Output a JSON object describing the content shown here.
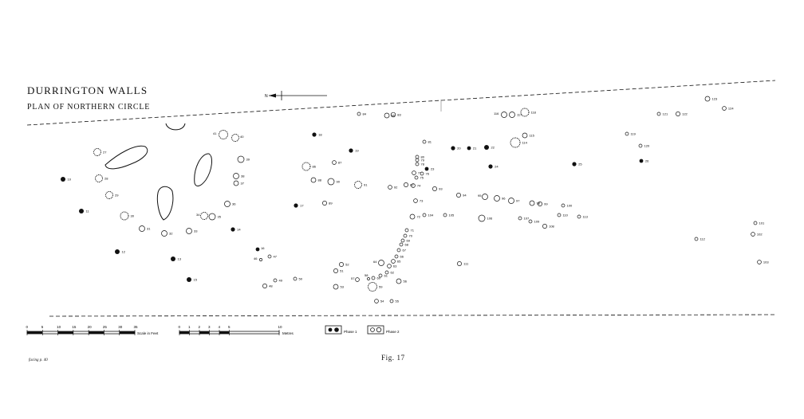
{
  "header": {
    "title": "DURRINGTON WALLS",
    "subtitle": "PLAN OF NORTHERN CIRCLE",
    "north_label": "N"
  },
  "footer": {
    "caption": "Fig. 17",
    "facing_note": "facing p. 40"
  },
  "scales": {
    "feet": {
      "ticks": [
        "0",
        "5",
        "10",
        "15",
        "20",
        "25",
        "30",
        "35"
      ],
      "label": "Scale in Feet"
    },
    "metres": {
      "ticks": [
        "0",
        "1",
        "2",
        "3",
        "4",
        "5",
        "10"
      ],
      "label": "Metres"
    }
  },
  "legend": {
    "phase1": "Phase 1",
    "phase2": "Phase 2"
  },
  "colors": {
    "ink": "#111111",
    "paper": "#ffffff"
  },
  "holes": {
    "phase1": [
      "10",
      "11",
      "12",
      "13",
      "14",
      "15",
      "16",
      "17",
      "18",
      "19",
      "20",
      "21",
      "22",
      "23",
      "24",
      "25",
      "26"
    ],
    "phase2": [
      "27",
      "28",
      "29",
      "30",
      "31",
      "32",
      "33",
      "34",
      "35",
      "36",
      "37",
      "38",
      "39",
      "40",
      "41",
      "42",
      "43",
      "44",
      "45",
      "46",
      "47",
      "48",
      "49",
      "50",
      "51",
      "52",
      "53",
      "54",
      "55",
      "56",
      "57",
      "58",
      "59",
      "60",
      "61",
      "62",
      "63",
      "64",
      "65",
      "66",
      "67",
      "68",
      "69",
      "70",
      "71",
      "72",
      "73",
      "74",
      "75",
      "76",
      "77",
      "78",
      "79",
      "80",
      "81",
      "82",
      "83",
      "84",
      "85",
      "86",
      "87",
      "88",
      "89",
      "90",
      "91",
      "92",
      "93",
      "94",
      "95",
      "96",
      "97",
      "98",
      "99",
      "100",
      "101",
      "102",
      "103",
      "104",
      "105",
      "106",
      "107",
      "108",
      "109",
      "110",
      "111",
      "112",
      "113",
      "114",
      "115",
      "116",
      "117",
      "118",
      "119",
      "120",
      "121",
      "122",
      "123",
      "124"
    ]
  }
}
